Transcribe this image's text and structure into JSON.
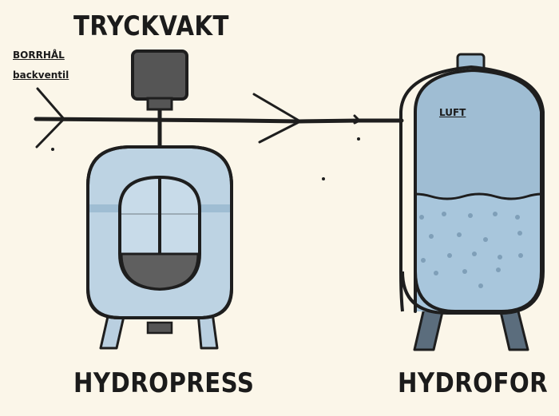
{
  "labels": {
    "pressure_switch": "TRYCKVAKT",
    "borehole_line1": "BORRHÅL",
    "borehole_line2": "backventil",
    "air": "LUFT",
    "hydropress": "HYDROPRESS",
    "hydrofor": "HYDROFOR"
  },
  "colors": {
    "background": "#fbf6e9",
    "outline": "#1e1e1e",
    "tank_light": "#bdd3e3",
    "tank_fill": "#9fbdd3",
    "tank_dark": "#8fadc4",
    "water": "#a8c6dc",
    "bubble": "#7f9fb8",
    "legs": "#5b6d7d",
    "switch_body": "#555555",
    "membrane": "#5f5f5f"
  },
  "icons": [
    "arrow-icon",
    "pressure-switch-icon",
    "diaphragm-icon"
  ]
}
